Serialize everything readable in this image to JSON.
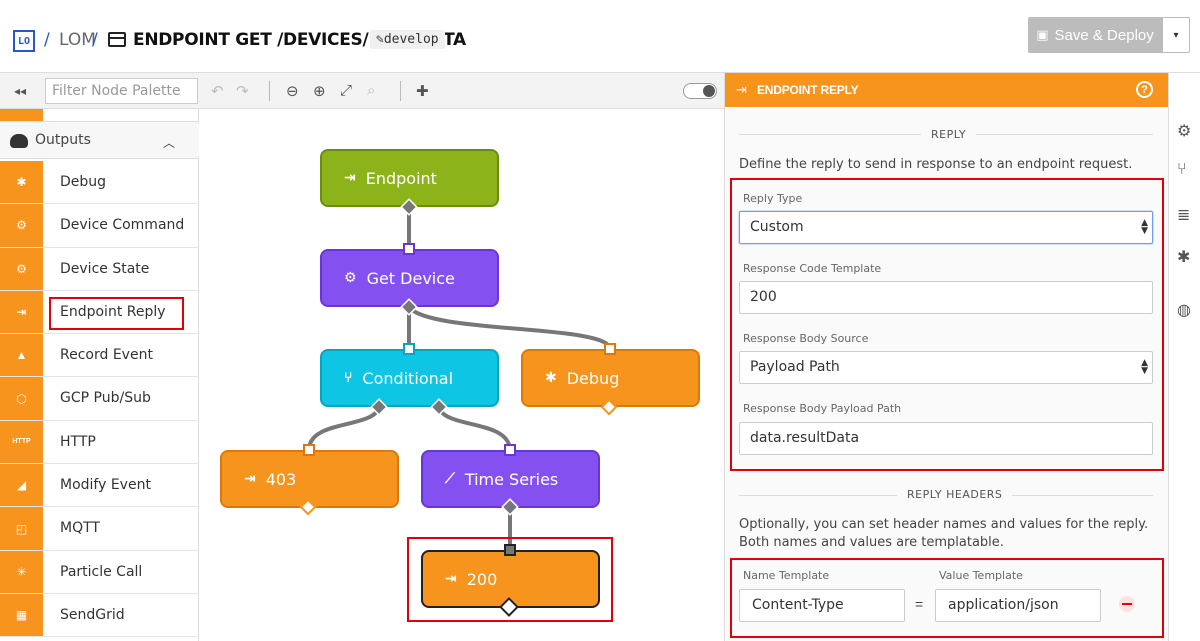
{
  "header": {
    "app_badge": "LO",
    "sep1": "/",
    "app_name": "LOM",
    "sep2": "/",
    "title": "ENDPOINT GET /DEVICES/{ID}/DATA",
    "version": "develop",
    "save_label": "Save & Deploy",
    "save_caret": "▾"
  },
  "palette": {
    "collapse_icon": "◂◂",
    "filter_placeholder": "Filter Node Palette",
    "category": "Outputs",
    "chevron": "︿",
    "items": [
      {
        "label": "Debug",
        "icon": "debug-icon",
        "glyph": "✱"
      },
      {
        "label": "Device Command",
        "icon": "device-command-icon",
        "glyph": "⚙"
      },
      {
        "label": "Device State",
        "icon": "device-state-icon",
        "glyph": "⚙"
      },
      {
        "label": "Endpoint Reply",
        "icon": "endpoint-reply-icon",
        "glyph": "⇥"
      },
      {
        "label": "Record Event",
        "icon": "record-event-icon",
        "glyph": "▲"
      },
      {
        "label": "GCP Pub/Sub",
        "icon": "gcp-icon",
        "glyph": "⬡"
      },
      {
        "label": "HTTP",
        "icon": "http-icon",
        "glyph": "HTTP"
      },
      {
        "label": "Modify Event",
        "icon": "modify-event-icon",
        "glyph": "◢"
      },
      {
        "label": "MQTT",
        "icon": "mqtt-icon",
        "glyph": "◰"
      },
      {
        "label": "Particle Call",
        "icon": "particle-icon",
        "glyph": "✳"
      },
      {
        "label": "SendGrid",
        "icon": "sendgrid-icon",
        "glyph": "▦"
      }
    ]
  },
  "toolbar": {
    "undo": "↶",
    "redo": "↷",
    "zoom_out": "⊖",
    "zoom_in": "⊕",
    "fit": "⤢",
    "zoom_reset": "⌕",
    "comment": "✚"
  },
  "flow": {
    "nodes": [
      {
        "id": "endpoint",
        "label": "Endpoint",
        "glyph": "⇥"
      },
      {
        "id": "get_device",
        "label": "Get Device",
        "glyph": "⚙"
      },
      {
        "id": "conditional",
        "label": "Conditional",
        "glyph": "⑂"
      },
      {
        "id": "debug",
        "label": "Debug",
        "glyph": "✱"
      },
      {
        "id": "r403",
        "label": "403",
        "glyph": "⇥"
      },
      {
        "id": "time_series",
        "label": "Time Series",
        "glyph": "⟋"
      },
      {
        "id": "r200",
        "label": "200",
        "glyph": "⇥"
      }
    ]
  },
  "panel": {
    "header_icon": "⇥",
    "title": "ENDPOINT REPLY",
    "help": "?",
    "reply_section": "REPLY",
    "reply_desc": "Define the reply to send in response to an endpoint request.",
    "reply_type_label": "Reply Type",
    "reply_type_value": "Custom",
    "response_code_label": "Response Code Template",
    "response_code_value": "200",
    "body_source_label": "Response Body Source",
    "body_source_value": "Payload Path",
    "body_path_label": "Response Body Payload Path",
    "body_path_value": "data.resultData",
    "headers_section": "REPLY HEADERS",
    "headers_desc": "Optionally, you can set header names and values for the reply. Both names and values are templatable.",
    "name_label": "Name Template",
    "value_label": "Value Template",
    "header_name": "Content-Type",
    "eq": "=",
    "header_value": "application/json"
  },
  "rail": {
    "settings": "⚙",
    "branch": "⑂",
    "database": "≣",
    "bug": "✱",
    "globe": "◍"
  },
  "colors": {
    "accent": "#f7941d",
    "green": "#8db31a",
    "purple": "#8451f0",
    "cyan": "#0ec5e4",
    "highlight": "#e0000b"
  }
}
